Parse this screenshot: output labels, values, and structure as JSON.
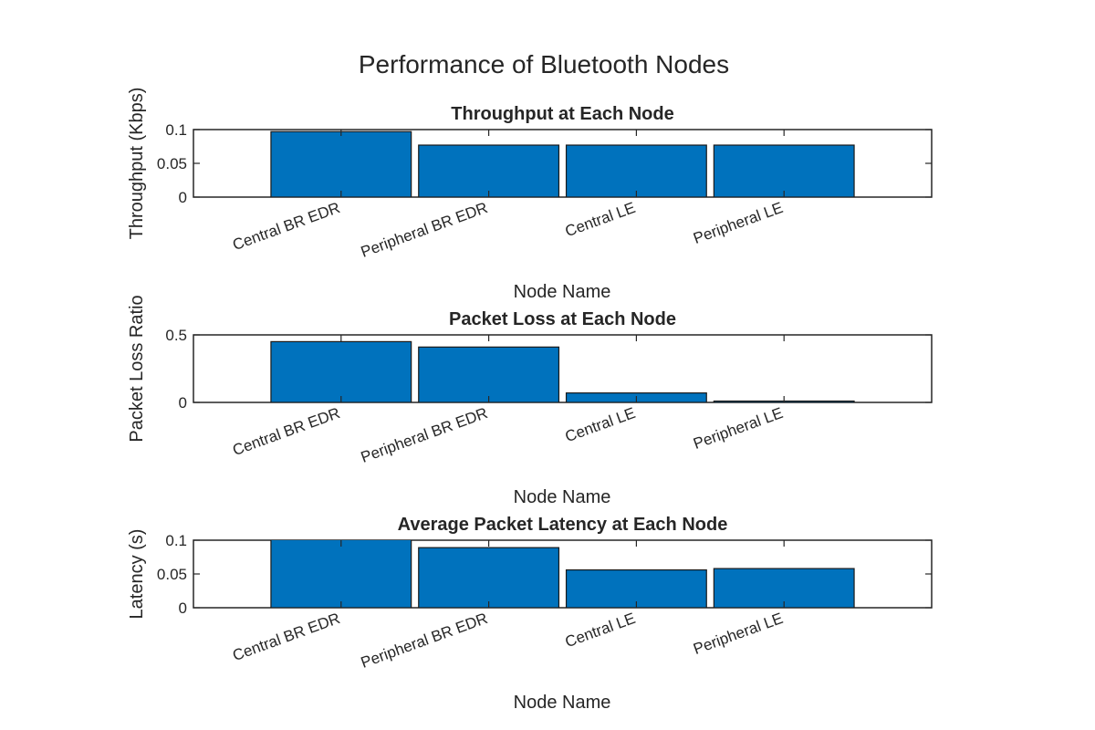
{
  "figure": {
    "title": "Performance of Bluetooth Nodes",
    "bar_color": "#0072BD"
  },
  "chart_data": [
    {
      "type": "bar",
      "title": "Throughput at Each Node",
      "xlabel": "Node Name",
      "ylabel": "Throughput (Kbps)",
      "categories": [
        "Central BR EDR",
        "Peripheral BR EDR",
        "Central LE",
        "Peripheral LE"
      ],
      "values": [
        0.097,
        0.077,
        0.077,
        0.077
      ],
      "ylim": [
        0,
        0.1
      ],
      "yticks": [
        0,
        0.05,
        0.1
      ],
      "ytick_labels": [
        "0",
        "0.05",
        "0.1"
      ],
      "xlim": [
        0,
        5
      ],
      "grid": false,
      "legend": "none"
    },
    {
      "type": "bar",
      "title": "Packet Loss at Each Node",
      "xlabel": "Node Name",
      "ylabel": "Packet Loss Ratio",
      "categories": [
        "Central BR EDR",
        "Peripheral BR EDR",
        "Central LE",
        "Peripheral LE"
      ],
      "values": [
        0.45,
        0.41,
        0.07,
        0.01
      ],
      "ylim": [
        0,
        0.5
      ],
      "yticks": [
        0,
        0.5
      ],
      "ytick_labels": [
        "0",
        "0.5"
      ],
      "xlim": [
        0,
        5
      ],
      "grid": false,
      "legend": "none"
    },
    {
      "type": "bar",
      "title": "Average Packet Latency at Each Node",
      "xlabel": "Node Name",
      "ylabel": "Latency (s)",
      "categories": [
        "Central BR EDR",
        "Peripheral BR EDR",
        "Central LE",
        "Peripheral LE"
      ],
      "values": [
        0.101,
        0.089,
        0.056,
        0.058
      ],
      "ylim": [
        0,
        0.1
      ],
      "yticks": [
        0,
        0.05,
        0.1
      ],
      "ytick_labels": [
        "0",
        "0.05",
        "0.1"
      ],
      "xlim": [
        0,
        5
      ],
      "grid": false,
      "legend": "none"
    }
  ]
}
